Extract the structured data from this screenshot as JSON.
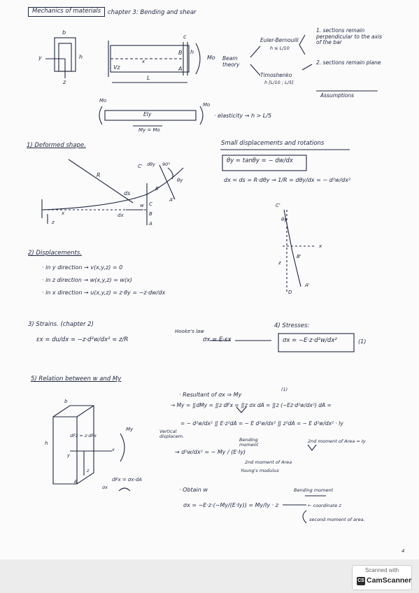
{
  "header": {
    "course": "Mechanics of materials",
    "chapter": "chapter 3: Bending and shear"
  },
  "intro": {
    "sec_b": "b",
    "sec_h": "h",
    "sec_y": "y",
    "sec_z": "z",
    "beam_c": "c",
    "beam_b": "B",
    "beam_a": "A",
    "beam_h": "h",
    "beam_mo": "Mo",
    "beam_vz": "Vz",
    "beam_x": "x",
    "beam_l": "L",
    "beam_theory": "Beam theory",
    "euler": "Euler-Bernoulli",
    "euler_cond": "h ≤ L/10",
    "timo": "Timoshenko",
    "timo_cond": "h [L/10 ; L/5]",
    "assume1": "1. sections remain perpendicular to the axis of the bar",
    "assume2": "2. sections remain plane",
    "assumptions": "Assumptions",
    "beam2_mo1": "Mo",
    "beam2_mo2": "Mo",
    "beam2_label": "EIy",
    "beam2_my": "My = Mo",
    "elasticity": "· elasticity  →  h > L/5"
  },
  "s1": {
    "title": "1) Deformed shape.",
    "r": "R",
    "c1": "C'",
    "dtheta": "dθy",
    "ninety": "90°",
    "b1": "B'",
    "a1": "A'",
    "ds": "ds",
    "w": "w",
    "c": "C",
    "b": "B",
    "a": "A",
    "x": "x",
    "dx": "dx",
    "z": "z",
    "thetay": "θy"
  },
  "small": {
    "title": "Small displacements and rotations",
    "eq1": "θy ≈ tanθy = − dw/dx",
    "eq2": "dx ≃ ds = R·dθy  →  1/R = dθy/dx = − d²w/dx²",
    "c1": "C'",
    "theta": "θy",
    "x": "x",
    "b1": "B'",
    "z": "z",
    "a1": "A'",
    "d": "D"
  },
  "s2": {
    "title": "2) Displacements.",
    "l1": "· in y direction  →  v(x,y,z) = 0",
    "l2": "· in z direction  →  w(x,y,z) = w(x)",
    "l3": "· in x direction  →  u(x,y,z) = z·θy = −z·dw/dx"
  },
  "s3": {
    "title": "3) Strains. (chapter 2)",
    "eq": "εx = du/dx = −z·d²w/dx² = z/R",
    "hooke": "Hooke's law",
    "sigma": "σx = E·εx"
  },
  "s4": {
    "title": "4) Stresses:",
    "eq": "σx = −E·z·d²w/dx²",
    "num": "(1)"
  },
  "s5": {
    "title": "5) Relation between w and My",
    "cube_b": "b",
    "cube_h": "h",
    "cube_dfz": "dFz = z·dFx",
    "cube_y": "y",
    "cube_z": "z",
    "cube_x": "x",
    "cube_B": "B",
    "cube_sx": "σx",
    "cube_my": "My",
    "cube_dfx": "dFx = σx·dA",
    "r1": "· Resultant of σx ⇒ My",
    "r1n": "(1)",
    "r2": "→ My = ∬dMy = ∬z dFx = ∬z σx dA = ∬z (−Ez·d²w/dx²) dA =",
    "r3": "= − d²w/dx² ∬ E·z²dA = − E d²w/dx² ∬ z²dA = − E d²w/dx² · Iy",
    "vert": "Vertical displacem.",
    "bending": "Bending moment",
    "moment2": "2nd moment of Area = Iy",
    "r4": "→  d²w/dx² = − My / (E·Iy)",
    "area2": "2nd moment of Area",
    "young": "Young's modulus",
    "obtain": "· Obtain w",
    "bm2": "Bending moment",
    "r5": "σx = −E·z·(−My/(E·Iy)) = My/Iy · z",
    "coord": "← coordinate z",
    "sm2": "second moment of area."
  },
  "footer": {
    "scanned": "Scanned with",
    "brand": "CamScanner",
    "logo": "CS",
    "page": "4"
  }
}
